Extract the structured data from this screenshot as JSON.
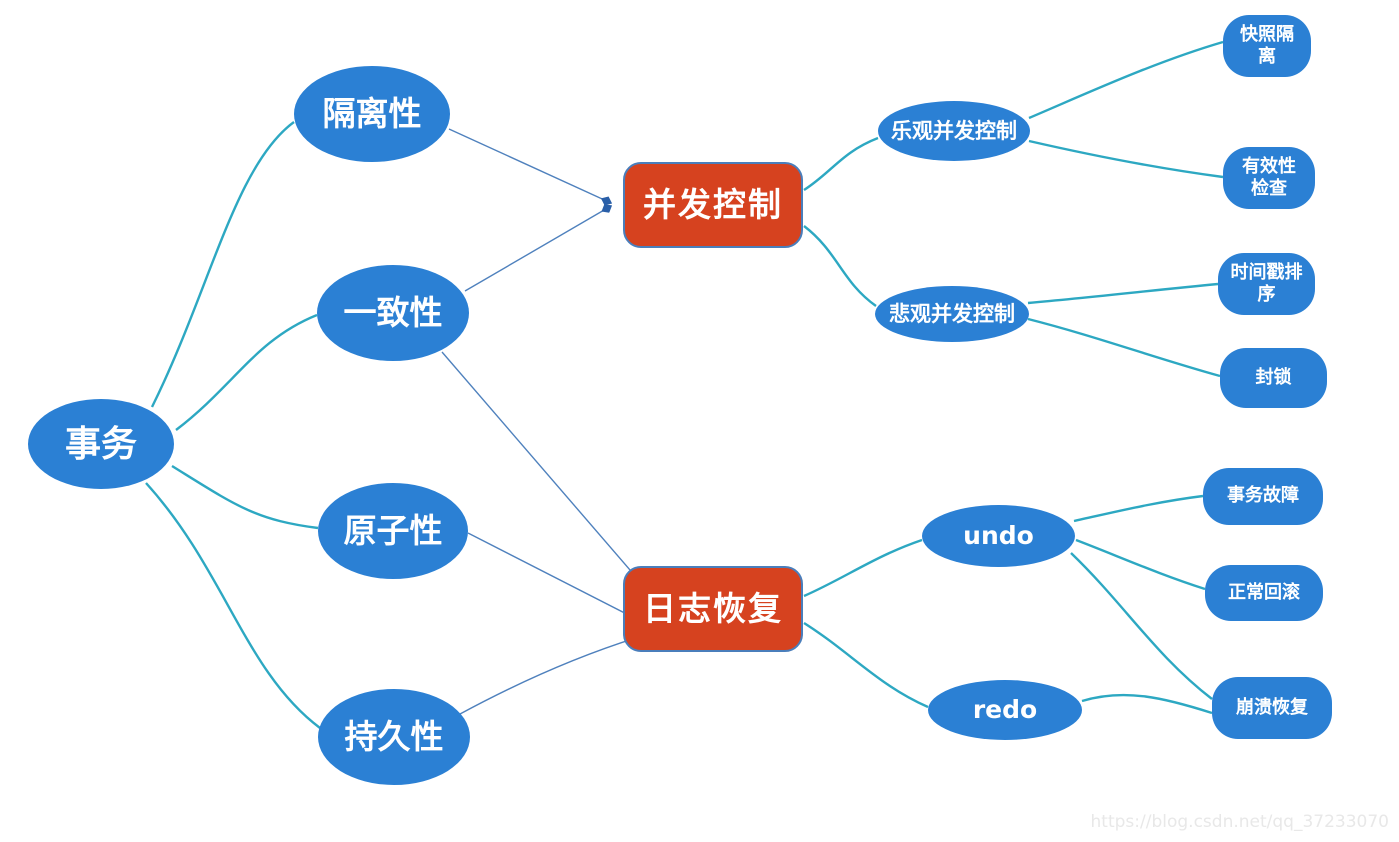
{
  "colors": {
    "node_blue": "#2b80d4",
    "accent_red": "#d6421f",
    "red_border_blue": "#4a7ebb",
    "edge_teal": "#2da8c2",
    "edge_blue": "#4f81bd",
    "arrowhead_blue": "#2a5fa8",
    "text": "#ffffff",
    "watermark_gray": "#e8e8e8"
  },
  "nodes": {
    "root": {
      "label": "事务"
    },
    "isolation": {
      "label": "隔离性"
    },
    "consistency": {
      "label": "一致性"
    },
    "atomicity": {
      "label": "原子性"
    },
    "durability": {
      "label": "持久性"
    },
    "concurrency_control": {
      "label": "并发控制"
    },
    "log_recovery": {
      "label": "日志恢复"
    },
    "optimistic_cc": {
      "label": "乐观并发控制"
    },
    "pessimistic_cc": {
      "label": "悲观并发控制"
    },
    "undo": {
      "label": "undo"
    },
    "redo": {
      "label": "redo"
    },
    "snapshot_isolation": {
      "label": "快照隔离"
    },
    "validity_check": {
      "label": "有效性检查"
    },
    "timestamp_ordering": {
      "label": "时间戳排序"
    },
    "locking": {
      "label": "封锁"
    },
    "transaction_failure": {
      "label": "事务故障"
    },
    "normal_rollback": {
      "label": "正常回滚"
    },
    "crash_recovery": {
      "label": "崩溃恢复"
    }
  },
  "edges": [
    {
      "from": "root",
      "to": "isolation",
      "style": "curve"
    },
    {
      "from": "root",
      "to": "consistency",
      "style": "curve"
    },
    {
      "from": "root",
      "to": "atomicity",
      "style": "curve"
    },
    {
      "from": "root",
      "to": "durability",
      "style": "curve"
    },
    {
      "from": "isolation",
      "to": "concurrency_control",
      "style": "arrow"
    },
    {
      "from": "consistency",
      "to": "concurrency_control",
      "style": "arrow"
    },
    {
      "from": "consistency",
      "to": "log_recovery",
      "style": "arrow"
    },
    {
      "from": "atomicity",
      "to": "log_recovery",
      "style": "arrow"
    },
    {
      "from": "durability",
      "to": "log_recovery",
      "style": "arrow"
    },
    {
      "from": "concurrency_control",
      "to": "optimistic_cc",
      "style": "curve"
    },
    {
      "from": "concurrency_control",
      "to": "pessimistic_cc",
      "style": "curve"
    },
    {
      "from": "optimistic_cc",
      "to": "snapshot_isolation",
      "style": "curve"
    },
    {
      "from": "optimistic_cc",
      "to": "validity_check",
      "style": "curve"
    },
    {
      "from": "pessimistic_cc",
      "to": "timestamp_ordering",
      "style": "curve"
    },
    {
      "from": "pessimistic_cc",
      "to": "locking",
      "style": "curve"
    },
    {
      "from": "log_recovery",
      "to": "undo",
      "style": "curve"
    },
    {
      "from": "log_recovery",
      "to": "redo",
      "style": "curve"
    },
    {
      "from": "undo",
      "to": "transaction_failure",
      "style": "curve"
    },
    {
      "from": "undo",
      "to": "normal_rollback",
      "style": "curve"
    },
    {
      "from": "undo",
      "to": "crash_recovery",
      "style": "curve"
    },
    {
      "from": "redo",
      "to": "crash_recovery",
      "style": "curve"
    }
  ],
  "watermark": "https://blog.csdn.net/qq_37233070"
}
